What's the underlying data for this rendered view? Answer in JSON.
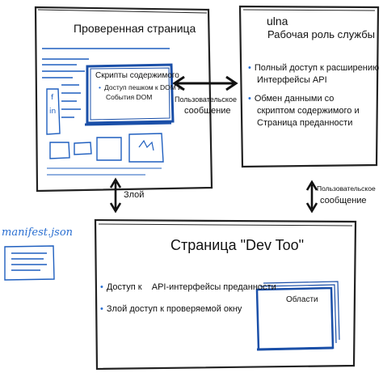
{
  "inspected_page": {
    "title": "Проверенная страница",
    "content_scripts": {
      "title": "Скрипты содержимого",
      "items": [
        "Доступ пешком к DOM и",
        "События DOM"
      ]
    }
  },
  "service_worker": {
    "title_line1": "ulna",
    "title_line2": "Рабочая роль службы",
    "bullets": [
      [
        "Полный доступ к расширению",
        "Интерфейсы API"
      ],
      [
        "Обмен данными со",
        "скриптом содержимого и",
        "Страница преданности"
      ]
    ]
  },
  "arrows": {
    "user_message_1": [
      "Пользовательское",
      "сообщение"
    ],
    "evil": "Злой",
    "user_message_2": [
      "Пользовательское",
      "сообщение"
    ]
  },
  "manifest": "manifest.json",
  "devtools_page": {
    "title": "Страница \"Dev Too\"",
    "bullets": [
      "Доступ к    API-интерфейсы преданности",
      "Злой доступ к проверяемой окну"
    ],
    "panels": "Области"
  }
}
